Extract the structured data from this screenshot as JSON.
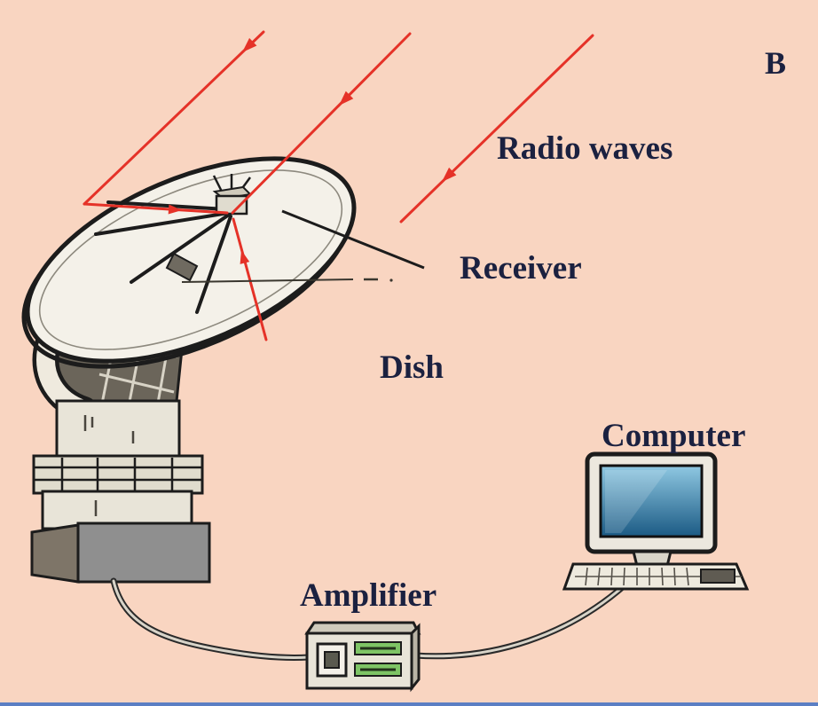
{
  "figure_letter": "B",
  "labels": {
    "radio_waves": "Radio waves",
    "receiver": "Receiver",
    "dish": "Dish",
    "computer": "Computer",
    "amplifier": "Amplifier"
  },
  "colors": {
    "background": "#f9d5c1",
    "wave": "#e53228",
    "text": "#1b2140",
    "outline": "#1c1c1c",
    "dish_fill": "#f4f1e9",
    "metal": "#e8e4d8",
    "metal_dark": "#cfcabb",
    "truss": "#6b655a",
    "base_gray": "#8f8f8f",
    "base_brown": "#7e7568",
    "screen_top": "#8fc8e2",
    "screen_bottom": "#1b5a84",
    "amp_green": "#7ec465",
    "rule": "#5b7fc4"
  }
}
